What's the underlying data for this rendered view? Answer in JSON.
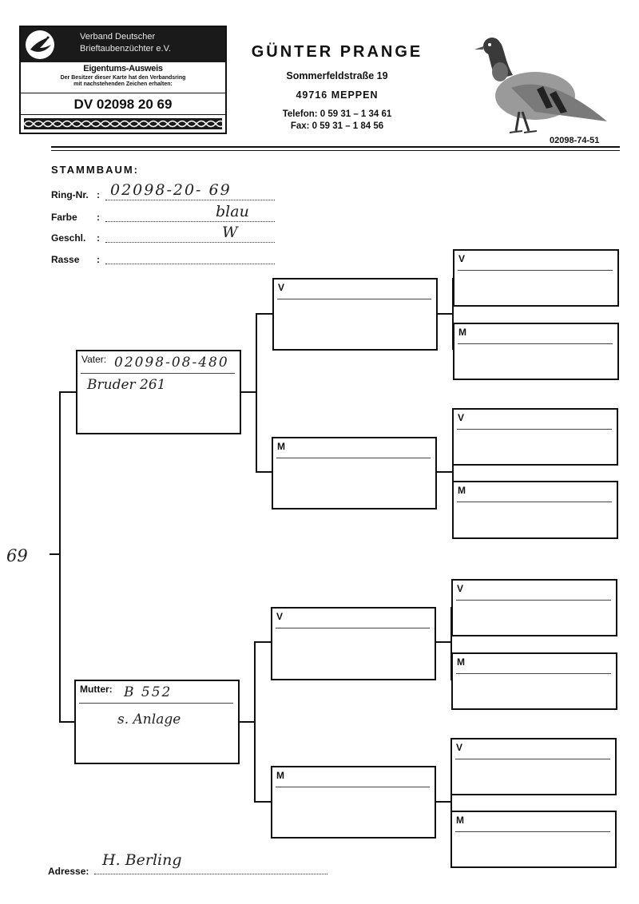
{
  "badge": {
    "org_line1": "Verband Deutscher",
    "org_line2": "Brieftaubenzüchter e.V.",
    "title": "Eigentums-Ausweis",
    "note_line1": "Der Besitzer dieser Karte hat den Verbandsring",
    "note_line2": "mit nachstehenden Zeichen erhalten:",
    "number": "DV 02098 20 69"
  },
  "owner": {
    "name": "GÜNTER PRANGE",
    "street": "Sommerfeldstraße 19",
    "city": "49716 MEPPEN",
    "phone": "Telefon: 0 59 31 – 1 34 61",
    "fax": "Fax: 0 59 31 – 1 84 56",
    "code": "02098-74-51"
  },
  "form": {
    "heading": "STAMMBAUM:",
    "ring_label": "Ring-Nr.",
    "ring_value": "02098-20- 69",
    "color_label": "Farbe",
    "color_value": "blau",
    "sex_label": "Geschl.",
    "sex_value": "W",
    "breed_label": "Rasse",
    "colon": ":",
    "left_mark": "69"
  },
  "pedigree": {
    "father_label": "Vater:",
    "father_ring": "02098-08-480",
    "father_note": "Bruder 261",
    "mother_label": "Mutter:",
    "mother_ring": "B 552",
    "mother_note": "s. Anlage",
    "v_label": "V",
    "m_label": "M"
  },
  "address": {
    "label": "Adresse:",
    "value": "H. Berling"
  }
}
